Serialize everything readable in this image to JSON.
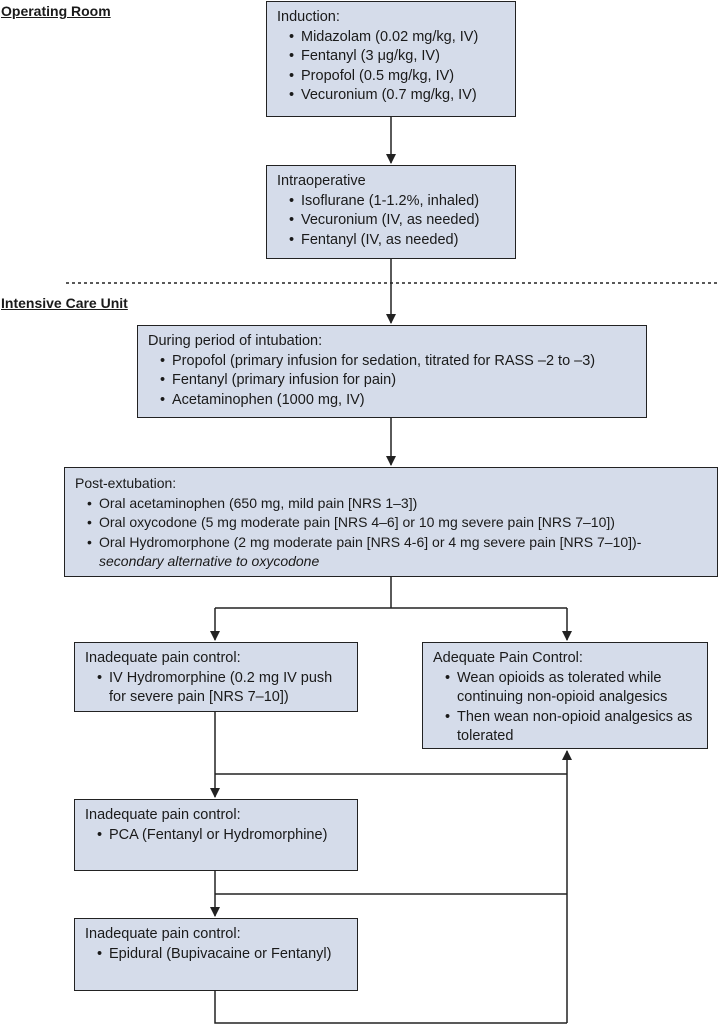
{
  "sections": {
    "operating_room": "Operating Room",
    "icu": "Intensive Care Unit"
  },
  "induction": {
    "title": "Induction:",
    "items": [
      "Midazolam (0.02 mg/kg, IV)",
      "Fentanyl (3 μg/kg, IV)",
      "Propofol (0.5 mg/kg, IV)",
      "Vecuronium (0.7 mg/kg, IV)"
    ]
  },
  "intraoperative": {
    "title": "Intraoperative",
    "items": [
      "Isoflurane (1-1.2%, inhaled)",
      "Vecuronium (IV, as needed)",
      "Fentanyl (IV, as needed)"
    ]
  },
  "intubation": {
    "title": "During period of intubation:",
    "items": [
      "Propofol (primary infusion for sedation, titrated for RASS –2 to –3)",
      "Fentanyl (primary infusion for pain)",
      "Acetaminophen (1000 mg, IV)"
    ]
  },
  "post_extubation": {
    "title": "Post-extubation:",
    "items": [
      "Oral acetaminophen (650 mg, mild pain [NRS 1–3])",
      "Oral oxycodone (5 mg moderate pain [NRS 4–6] or 10 mg severe pain [NRS 7–10])",
      "Oral Hydromorphone (2 mg moderate pain [NRS 4-6] or 4 mg severe pain [NRS 7–10])-"
    ],
    "note": "secondary alternative to oxycodone"
  },
  "inadequate_1": {
    "title": "Inadequate pain control:",
    "items": [
      "IV Hydromorphine (0.2 mg IV push for severe pain [NRS 7–10])"
    ]
  },
  "adequate": {
    "title": "Adequate Pain Control:",
    "items": [
      "Wean opioids as tolerated while continuing non-opioid analgesics",
      "Then wean non-opioid analgesics as tolerated"
    ]
  },
  "inadequate_2": {
    "title": "Inadequate pain control:",
    "items": [
      "PCA (Fentanyl or Hydromorphine)"
    ]
  },
  "inadequate_3": {
    "title": "Inadequate pain control:",
    "items": [
      "Epidural (Bupivacaine or Fentanyl)"
    ]
  }
}
